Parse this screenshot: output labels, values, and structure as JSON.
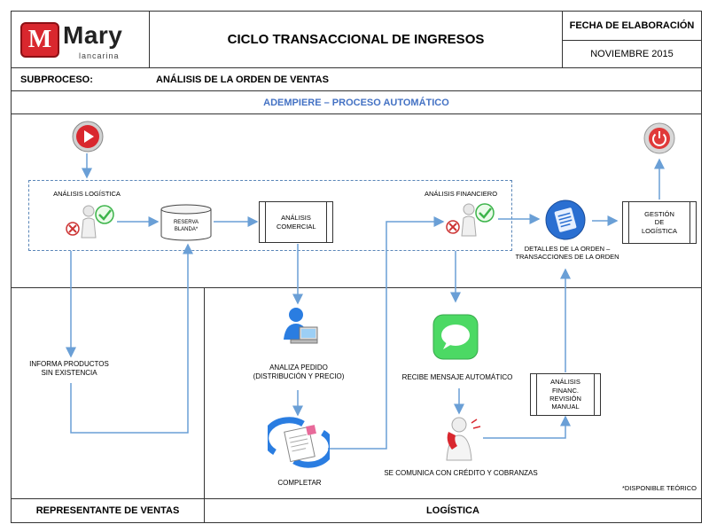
{
  "header": {
    "logo_text": "Mary",
    "logo_subtext": "lancarina",
    "title": "CICLO TRANSACCIONAL  DE INGRESOS",
    "date_label": "FECHA DE ELABORACIÓN",
    "date_value": "NOVIEMBRE 2015"
  },
  "subprocess": {
    "label": "SUBPROCESO:",
    "value": "ANÁLISIS DE LA ORDEN DE VENTAS"
  },
  "band": {
    "label": "ADEMPIERE – PROCESO AUTOMÁTICO"
  },
  "nodes": {
    "analisis_logistica": "ANÁLISIS LOGÍSTICA",
    "reserva_blanda": "RESERVA BLANDA*",
    "analisis_comercial": "ANÁLISIS COMERCIAL",
    "analisis_financiero": "ANÁLISIS FINANCIERO",
    "detalles_orden": "DETALLES DE LA ORDEN – TRANSACCIONES DE LA ORDEN",
    "gestion_logistica": "GESTIÓN DE LOGÍSTICA",
    "informa_productos": "INFORMA PRODUCTOS SIN EXISTENCIA",
    "analiza_pedido": "ANALIZA PEDIDO (DISTRIBUCIÓN Y PRECIO)",
    "completar": "COMPLETAR",
    "recibe_mensaje": "RECIBE MENSAJE AUTOMÁTICO",
    "analisis_financ_revision": "ANÁLISIS FINANC. REVISIÓN MANUAL",
    "se_comunica": "SE COMUNICA CON CRÉDITO Y COBRANZAS",
    "disponible_teorico": "*DISPONIBLE TEÓRICO"
  },
  "lanes": {
    "representante": "REPRESENTANTE DE VENTAS",
    "logistica": "LOGÍSTICA"
  },
  "colors": {
    "arrow": "#6a9fd6",
    "band_text": "#4472c4",
    "brand_red": "#d9272e",
    "check_green": "#3cb44a",
    "message_green": "#4cd964"
  },
  "icons": {
    "start": "play-icon",
    "end": "power-icon",
    "approve": "checkmark-icon",
    "reject": "x-icon",
    "database": "database-icon",
    "document": "document-list-icon",
    "computer_user": "computer-user-icon",
    "form": "form-refresh-icon",
    "messages": "messages-app-icon",
    "phone": "phone-person-icon"
  }
}
